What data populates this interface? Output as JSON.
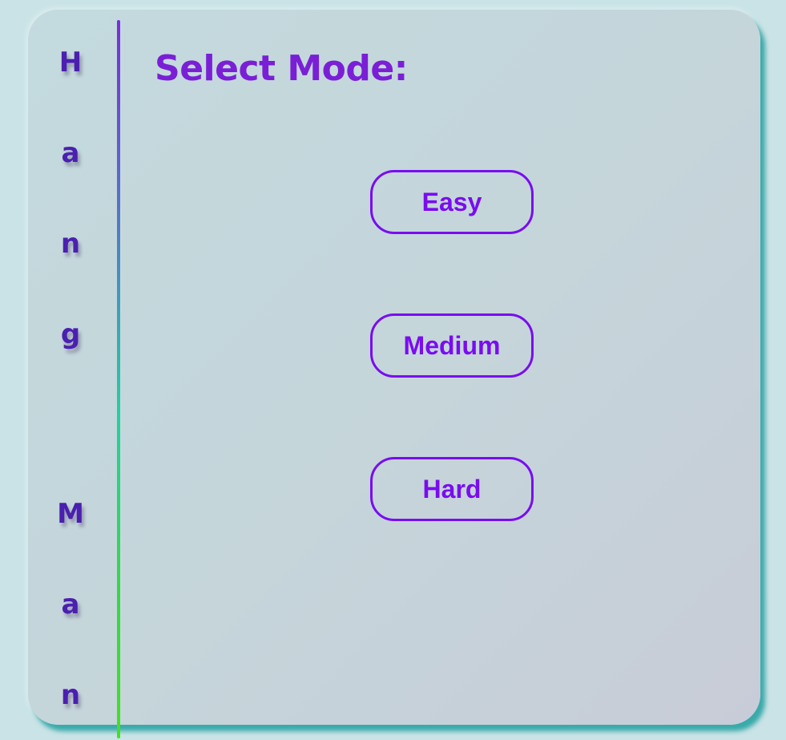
{
  "sidebar": {
    "letters": [
      "H",
      "a",
      "n",
      "g",
      "M",
      "a",
      "n"
    ]
  },
  "main": {
    "title": "Select Mode:",
    "modes": [
      {
        "label": "Easy"
      },
      {
        "label": "Medium"
      },
      {
        "label": "Hard"
      }
    ]
  },
  "colors": {
    "accent": "#7a0cf0",
    "title": "#7a1fd6",
    "letters": "#4b1fb0",
    "divider_top": "#7b2be0",
    "divider_bottom": "#3ee51b",
    "card_shadow": "#0a9696"
  }
}
